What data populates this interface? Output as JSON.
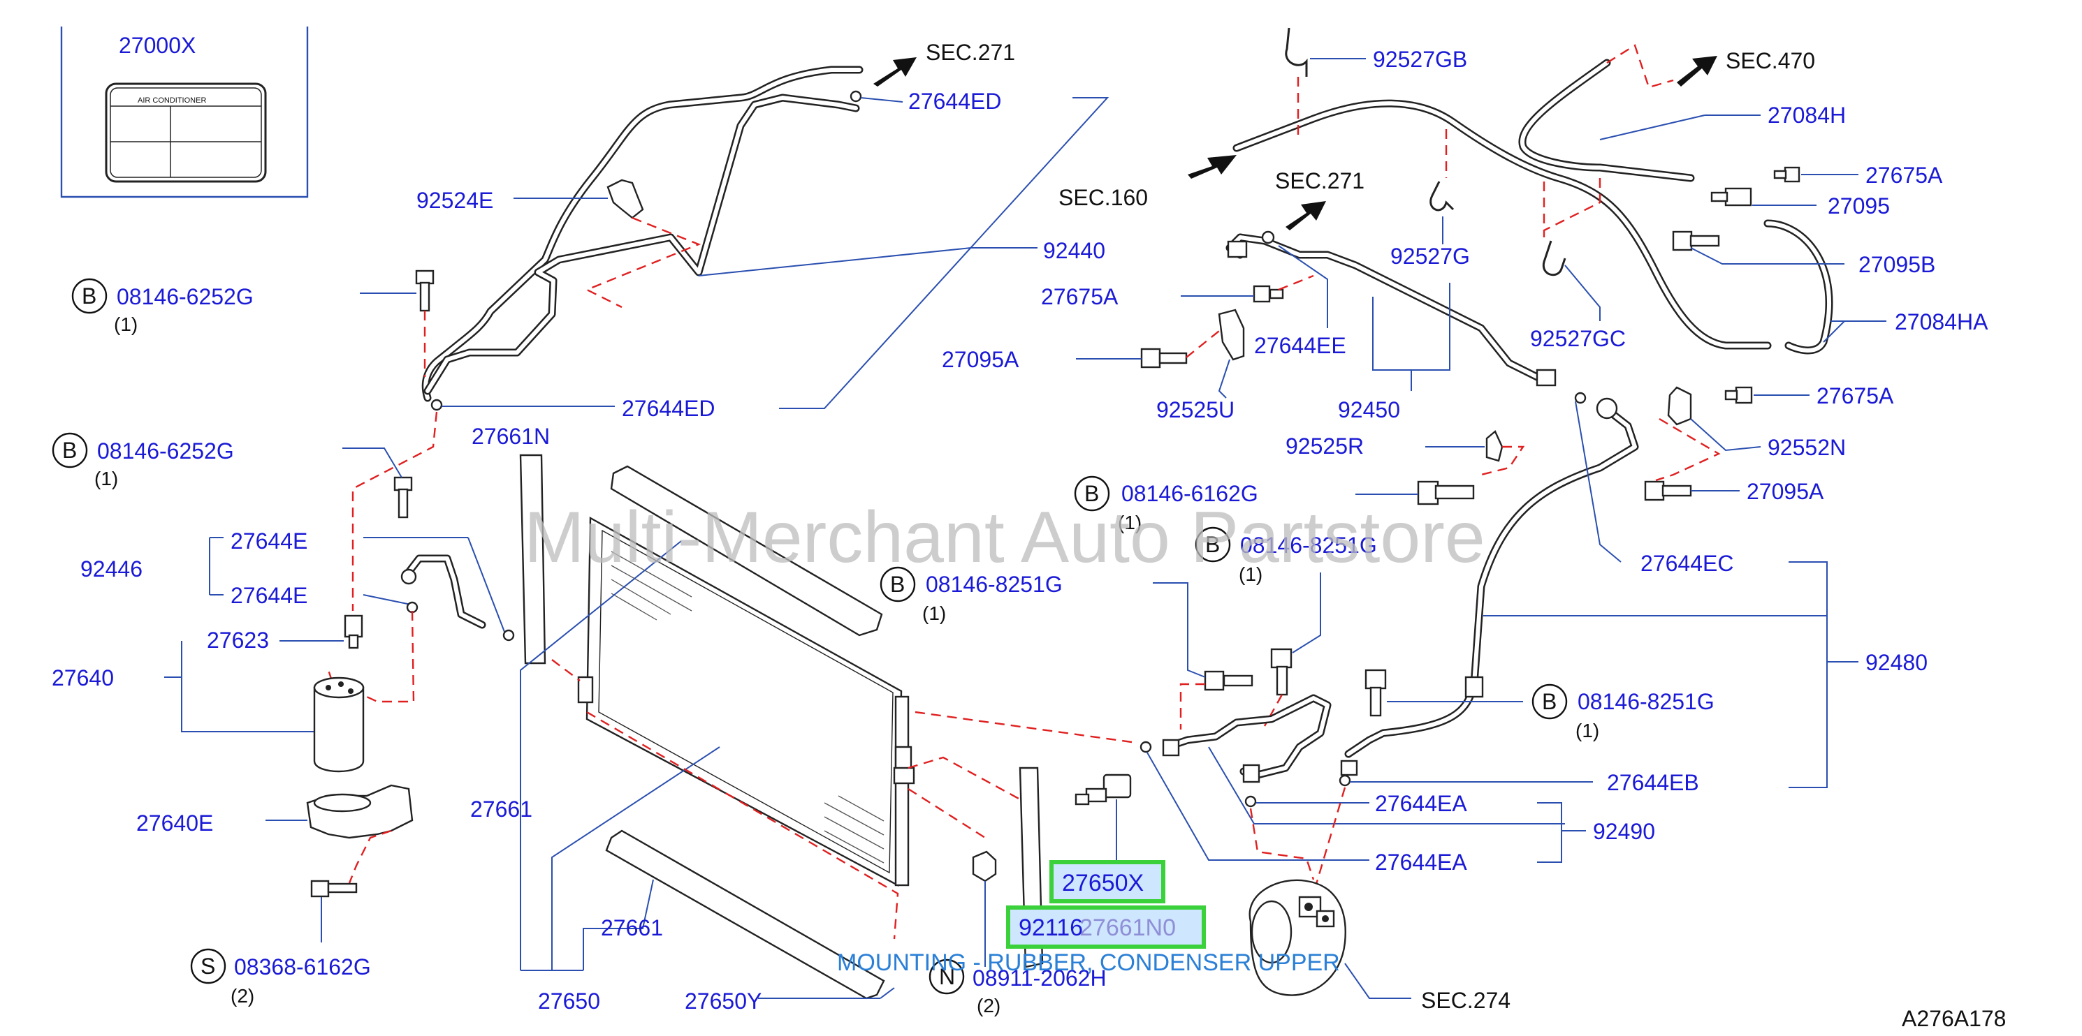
{
  "labels": {
    "l27000x": "27000X",
    "sec271a": "SEC.271",
    "l27644ed_top": "27644ED",
    "l92524e": "92524E",
    "sec160": "SEC.160",
    "l92440": "92440",
    "l08146_6252g_a": "08146-6252G",
    "q1a": "(1)",
    "l27644ed_mid": "27644ED",
    "l08146_6252g_b": "08146-6252G",
    "q1b": "(1)",
    "l27661n": "27661N",
    "l27644e_a": "27644E",
    "l92446": "92446",
    "l27644e_b": "27644E",
    "l27623": "27623",
    "l27640": "27640",
    "l27640e": "27640E",
    "l08368_6162g": "08368-6162G",
    "q2a": "(2)",
    "l27661_a": "27661",
    "l27661_b": "27661",
    "l27650": "27650",
    "l27650y": "27650Y",
    "l08911_2062h": "08911-2062H",
    "q2b": "(2)",
    "l92527gb": "92527GB",
    "sec470": "SEC.470",
    "l27084h": "27084H",
    "l27675a_a": "27675A",
    "sec271b": "SEC.271",
    "l92527g": "92527G",
    "l27095": "27095",
    "l27095b": "27095B",
    "l27675a_b": "27675A",
    "l27095a_a": "27095A",
    "l27644ee": "27644EE",
    "l92527gc": "92527GC",
    "l27084ha": "27084HA",
    "l92525u": "92525U",
    "l92450": "92450",
    "l27675a_c": "27675A",
    "l92525r": "92525R",
    "l92552n": "92552N",
    "l08146_6162g": "08146-6162G",
    "q1c": "(1)",
    "l27095a_b": "27095A",
    "l08146_8251g_a": "08146-8251G",
    "q1d": "(1)",
    "l27644ec": "27644EC",
    "l08146_8251g_b": "08146-8251G",
    "q1e": "(1)",
    "l92480": "92480",
    "l08146_8251g_c": "08146-8251G",
    "q1f": "(1)",
    "l27644eb": "27644EB",
    "l27644ea_a": "27644EA",
    "l92490": "92490",
    "l27644ea_b": "27644EA",
    "sec274": "SEC.274",
    "diagram_code": "A276A178"
  },
  "circled_letters": {
    "b1": "B",
    "b2": "B",
    "b3": "B",
    "b4": "B",
    "b5": "B",
    "b6": "B",
    "s1": "S",
    "n1": "N"
  },
  "label_plate": {
    "header": "AIR   CONDITIONER"
  },
  "watermark": "Multi-Merchant Auto Partstore",
  "highlight": {
    "part_27650x": "27650X",
    "part_92116": "92116",
    "part_27661n_ghost": "27661N0"
  },
  "tooltip": "MOUNTING - RUBBER, CONDENSER UPPER",
  "colors": {
    "label": "#1a1ad6",
    "leader": "#2a4fb0",
    "dash": "#e02020",
    "highlight_border": "#3ad13a",
    "highlight_fill": "#cfe6ff",
    "tooltip": "#2a7fd6"
  }
}
